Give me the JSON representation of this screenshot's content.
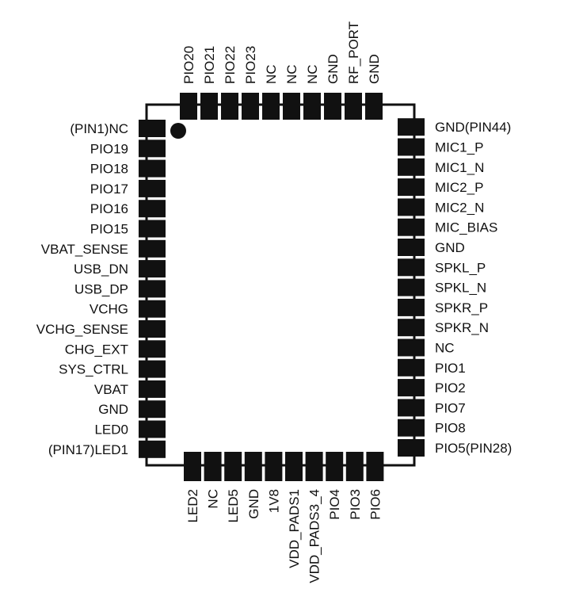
{
  "colors": {
    "outline": "#111111",
    "pad": "#111111",
    "background": "#ffffff"
  },
  "left_pins": [
    "(PIN1)NC",
    "PIO19",
    "PIO18",
    "PIO17",
    "PIO16",
    "PIO15",
    "VBAT_SENSE",
    "USB_DN",
    "USB_DP",
    "VCHG",
    "VCHG_SENSE",
    "CHG_EXT",
    "SYS_CTRL",
    "VBAT",
    "GND",
    "LED0",
    "(PIN17)LED1"
  ],
  "bottom_pins": [
    "LED2",
    "NC",
    "LED5",
    "GND",
    "1V8",
    "VDD_PADS1",
    "VDD_PADS3_4",
    "PIO4",
    "PIO3",
    "PIO6"
  ],
  "right_pins": [
    "PIO5(PIN28)",
    "PIO8",
    "PIO7",
    "PIO2",
    "PIO1",
    "NC",
    "SPKR_N",
    "SPKR_P",
    "SPKL_N",
    "SPKL_P",
    "GND",
    "MIC_BIAS",
    "MIC2_N",
    "MIC2_P",
    "MIC1_N",
    "MIC1_P",
    "GND(PIN44)"
  ],
  "top_pins": [
    "GND",
    "RF_PORT",
    "GND",
    "NC",
    "NC",
    "NC",
    "PIO23",
    "PIO22",
    "PIO21",
    "PIO20"
  ],
  "pin1_marker": "pin1-dot"
}
